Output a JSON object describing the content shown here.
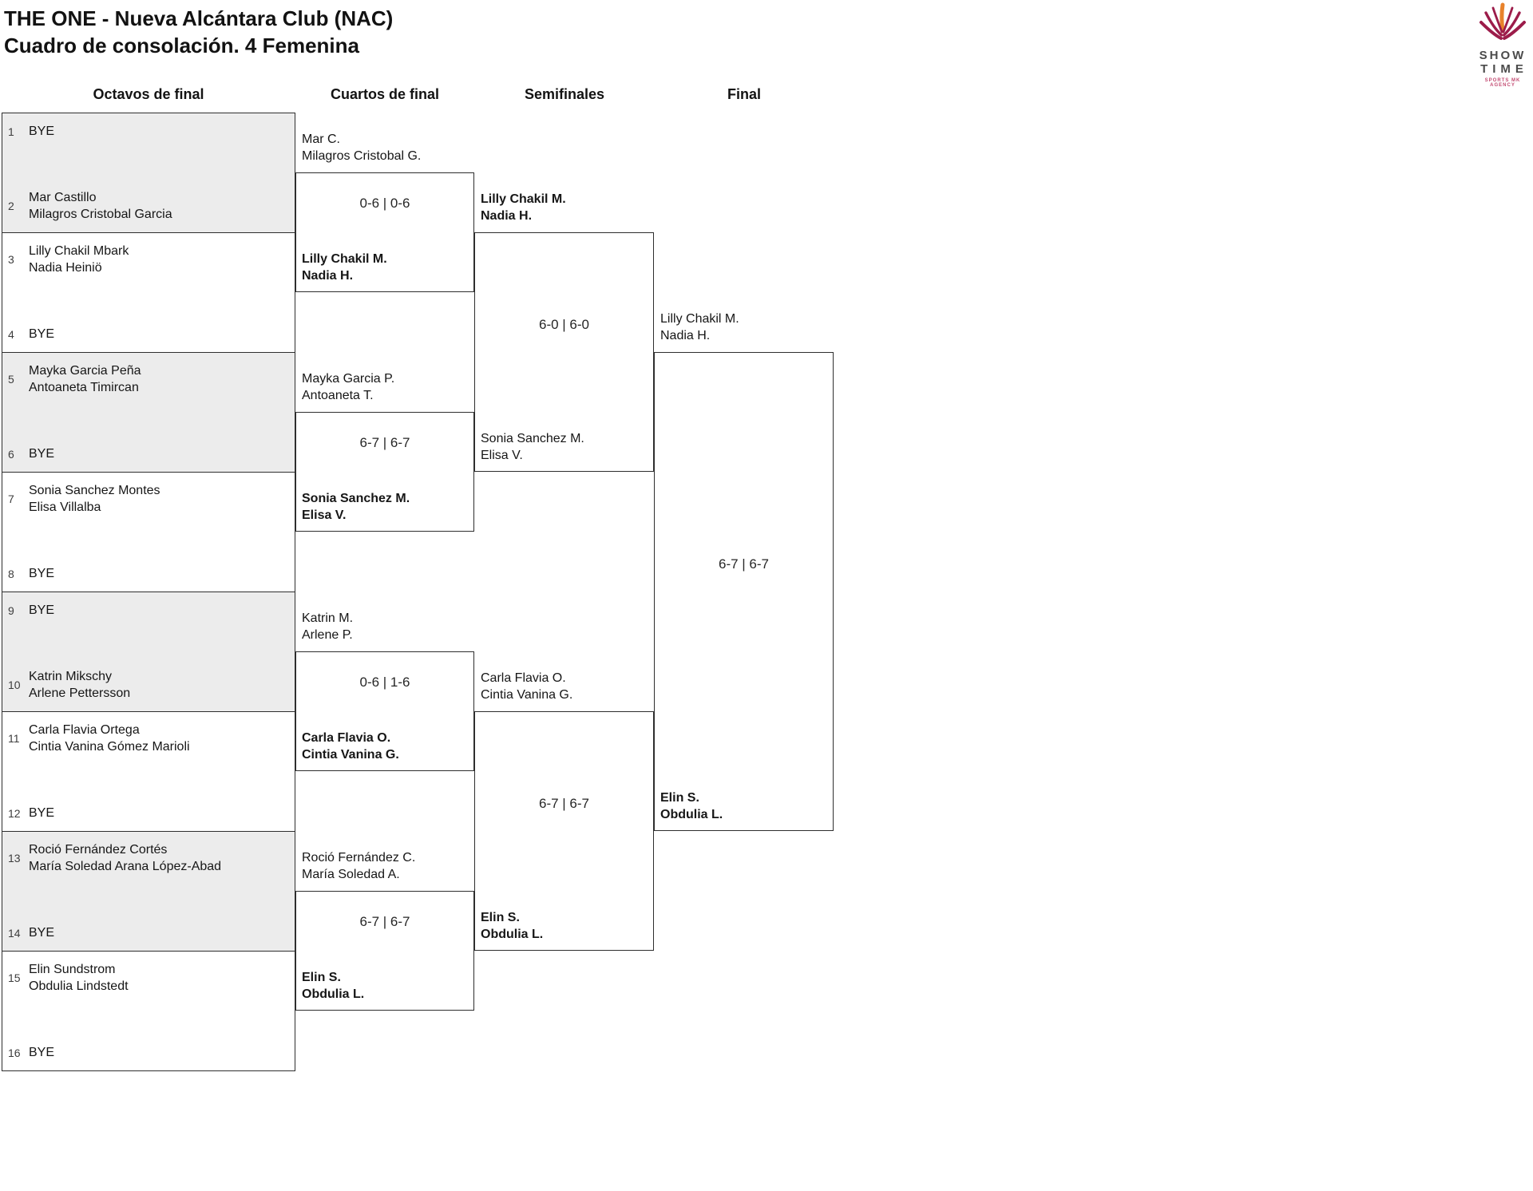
{
  "header": {
    "title_line1": "THE ONE - Nueva Alcántara Club (NAC)",
    "title_line2": "Cuadro de consolación. 4 Femenina"
  },
  "logo": {
    "word1": "SHOW",
    "word2": "TIME",
    "tagline": "SPORTS MK AGENCY",
    "colors": {
      "maroon": "#9C1C4A",
      "orange": "#E8822B",
      "text": "#4B4B4B",
      "tagline": "#C34B72"
    }
  },
  "columns": [
    "Octavos de final",
    "Cuartos de final",
    "Semifinales",
    "Final"
  ],
  "octavos": [
    {
      "seed": "1",
      "lines": [
        "BYE"
      ]
    },
    {
      "seed": "2",
      "lines": [
        "Mar Castillo",
        "Milagros Cristobal Garcia"
      ]
    },
    {
      "seed": "3",
      "lines": [
        "Lilly Chakil Mbark",
        "Nadia Heiniö"
      ]
    },
    {
      "seed": "4",
      "lines": [
        "BYE"
      ]
    },
    {
      "seed": "5",
      "lines": [
        "Mayka Garcia Peña",
        "Antoaneta Timircan"
      ]
    },
    {
      "seed": "6",
      "lines": [
        "BYE"
      ]
    },
    {
      "seed": "7",
      "lines": [
        "Sonia Sanchez Montes",
        "Elisa Villalba"
      ]
    },
    {
      "seed": "8",
      "lines": [
        "BYE"
      ]
    },
    {
      "seed": "9",
      "lines": [
        "BYE"
      ]
    },
    {
      "seed": "10",
      "lines": [
        "Katrin Mikschy",
        "Arlene Pettersson"
      ]
    },
    {
      "seed": "11",
      "lines": [
        "Carla Flavia Ortega",
        "Cintia Vanina Gómez Marioli"
      ]
    },
    {
      "seed": "12",
      "lines": [
        "BYE"
      ]
    },
    {
      "seed": "13",
      "lines": [
        "Roció Fernández Cortés",
        "María Soledad Arana López-Abad"
      ]
    },
    {
      "seed": "14",
      "lines": [
        "BYE"
      ]
    },
    {
      "seed": "15",
      "lines": [
        "Elin Sundstrom",
        "Obdulia Lindstedt"
      ]
    },
    {
      "seed": "16",
      "lines": [
        "BYE"
      ]
    }
  ],
  "cuartos": [
    {
      "top": [
        "Mar C.",
        "Milagros Cristobal G."
      ],
      "score": "0-6 | 0-6",
      "bottom": [
        "Lilly Chakil M.",
        "Nadia H."
      ],
      "winner": "bottom"
    },
    {
      "top": [
        "Mayka Garcia P.",
        "Antoaneta T."
      ],
      "score": "6-7 | 6-7",
      "bottom": [
        "Sonia Sanchez M.",
        "Elisa V."
      ],
      "winner": "bottom"
    },
    {
      "top": [
        "Katrin M.",
        "Arlene P."
      ],
      "score": "0-6 | 1-6",
      "bottom": [
        "Carla Flavia O.",
        "Cintia Vanina G."
      ],
      "winner": "bottom"
    },
    {
      "top": [
        "Roció Fernández C.",
        "María Soledad A."
      ],
      "score": "6-7 | 6-7",
      "bottom": [
        "Elin S.",
        "Obdulia L."
      ],
      "winner": "bottom"
    }
  ],
  "semifinales": [
    {
      "top": [
        "Lilly Chakil M.",
        "Nadia H."
      ],
      "score": "6-0 | 6-0",
      "bottom": [
        "Sonia Sanchez M.",
        "Elisa V."
      ],
      "winner": "top"
    },
    {
      "top": [
        "Carla Flavia O.",
        "Cintia Vanina G."
      ],
      "score": "6-7 | 6-7",
      "bottom": [
        "Elin S.",
        "Obdulia L."
      ],
      "winner": "bottom"
    }
  ],
  "final": {
    "top": [
      "Lilly Chakil M.",
      "Nadia H."
    ],
    "score": "6-7 | 6-7",
    "bottom": [
      "Elin S.",
      "Obdulia L."
    ],
    "winner": "bottom"
  }
}
